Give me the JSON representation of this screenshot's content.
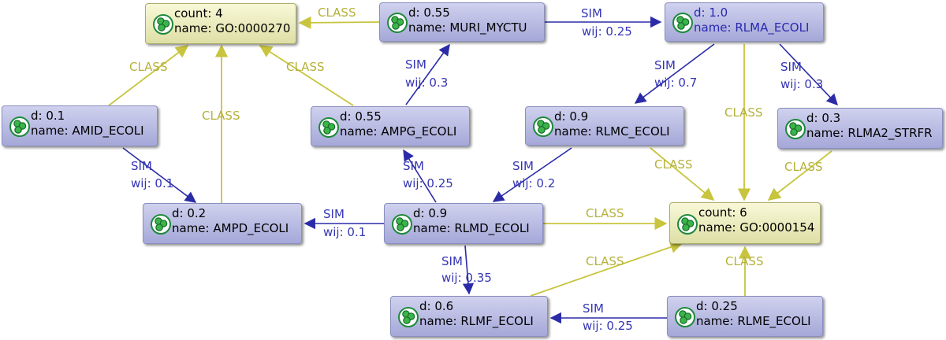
{
  "colors": {
    "class_edge": "#c8c43e",
    "class_label": "#b5b13a",
    "sim_edge": "#2b2ba8",
    "sim_label": "#3535b5"
  },
  "nodes": [
    {
      "id": "go270",
      "kind": "class",
      "line1": "count: 4",
      "line2": "name: GO:0000270"
    },
    {
      "id": "muri",
      "kind": "protein",
      "line1": "d: 0.55",
      "line2": "name: MURI_MYCTU"
    },
    {
      "id": "rlma",
      "kind": "protein",
      "highlight": true,
      "line1": "d: 1.0",
      "line2": "name: RLMA_ECOLI"
    },
    {
      "id": "amid",
      "kind": "protein",
      "line1": "d: 0.1",
      "line2": "name: AMID_ECOLI"
    },
    {
      "id": "ampg",
      "kind": "protein",
      "line1": "d: 0.55",
      "line2": "name: AMPG_ECOLI"
    },
    {
      "id": "rlmc",
      "kind": "protein",
      "line1": "d: 0.9",
      "line2": "name: RLMC_ECOLI"
    },
    {
      "id": "rlma2",
      "kind": "protein",
      "line1": "d: 0.3",
      "line2": "name: RLMA2_STRFR"
    },
    {
      "id": "ampd",
      "kind": "protein",
      "line1": "d: 0.2",
      "line2": "name: AMPD_ECOLI"
    },
    {
      "id": "rlmd",
      "kind": "protein",
      "line1": "d: 0.9",
      "line2": "name: RLMD_ECOLI"
    },
    {
      "id": "go154",
      "kind": "class",
      "line1": "count: 6",
      "line2": "name: GO:0000154"
    },
    {
      "id": "rlmf",
      "kind": "protein",
      "line1": "d: 0.6",
      "line2": "name: RLMF_ECOLI"
    },
    {
      "id": "rlme",
      "kind": "protein",
      "line1": "d: 0.25",
      "line2": "name: RLME_ECOLI"
    }
  ],
  "edges": [
    {
      "from": "muri",
      "to": "go270",
      "type": "CLASS",
      "label": "CLASS"
    },
    {
      "from": "amid",
      "to": "go270",
      "type": "CLASS",
      "label": "CLASS"
    },
    {
      "from": "ampd",
      "to": "go270",
      "type": "CLASS",
      "label": "CLASS"
    },
    {
      "from": "ampg",
      "to": "go270",
      "type": "CLASS",
      "label": "CLASS"
    },
    {
      "from": "muri",
      "to": "rlma",
      "type": "SIM",
      "label": "SIM",
      "weight": "wij: 0.25"
    },
    {
      "from": "ampg",
      "to": "muri",
      "type": "SIM",
      "label": "SIM",
      "weight": "wij: 0.3"
    },
    {
      "from": "rlma",
      "to": "rlmc",
      "type": "SIM",
      "label": "SIM",
      "weight": "wij: 0.7"
    },
    {
      "from": "rlma",
      "to": "rlma2",
      "type": "SIM",
      "label": "SIM",
      "weight": "wij: 0.3"
    },
    {
      "from": "rlma",
      "to": "go154",
      "type": "CLASS",
      "label": "CLASS"
    },
    {
      "from": "amid",
      "to": "ampd",
      "type": "SIM",
      "label": "SIM",
      "weight": "wij: 0.1"
    },
    {
      "from": "rlmd",
      "to": "ampg",
      "type": "SIM",
      "label": "SIM",
      "weight": "wij: 0.25"
    },
    {
      "from": "rlmc",
      "to": "rlmd",
      "type": "SIM",
      "label": "SIM",
      "weight": "wij: 0.2"
    },
    {
      "from": "rlmc",
      "to": "go154",
      "type": "CLASS",
      "label": "CLASS"
    },
    {
      "from": "rlma2",
      "to": "go154",
      "type": "CLASS",
      "label": "CLASS"
    },
    {
      "from": "rlmd",
      "to": "ampd",
      "type": "SIM",
      "label": "SIM",
      "weight": "wij: 0.1"
    },
    {
      "from": "rlmd",
      "to": "go154",
      "type": "CLASS",
      "label": "CLASS"
    },
    {
      "from": "rlmd",
      "to": "rlmf",
      "type": "SIM",
      "label": "SIM",
      "weight": "wij: 0.35"
    },
    {
      "from": "rlmf",
      "to": "go154",
      "type": "CLASS",
      "label": "CLASS"
    },
    {
      "from": "rlme",
      "to": "go154",
      "type": "CLASS",
      "label": "CLASS"
    },
    {
      "from": "rlme",
      "to": "rlmf",
      "type": "SIM",
      "label": "SIM",
      "weight": "wij: 0.25"
    }
  ]
}
